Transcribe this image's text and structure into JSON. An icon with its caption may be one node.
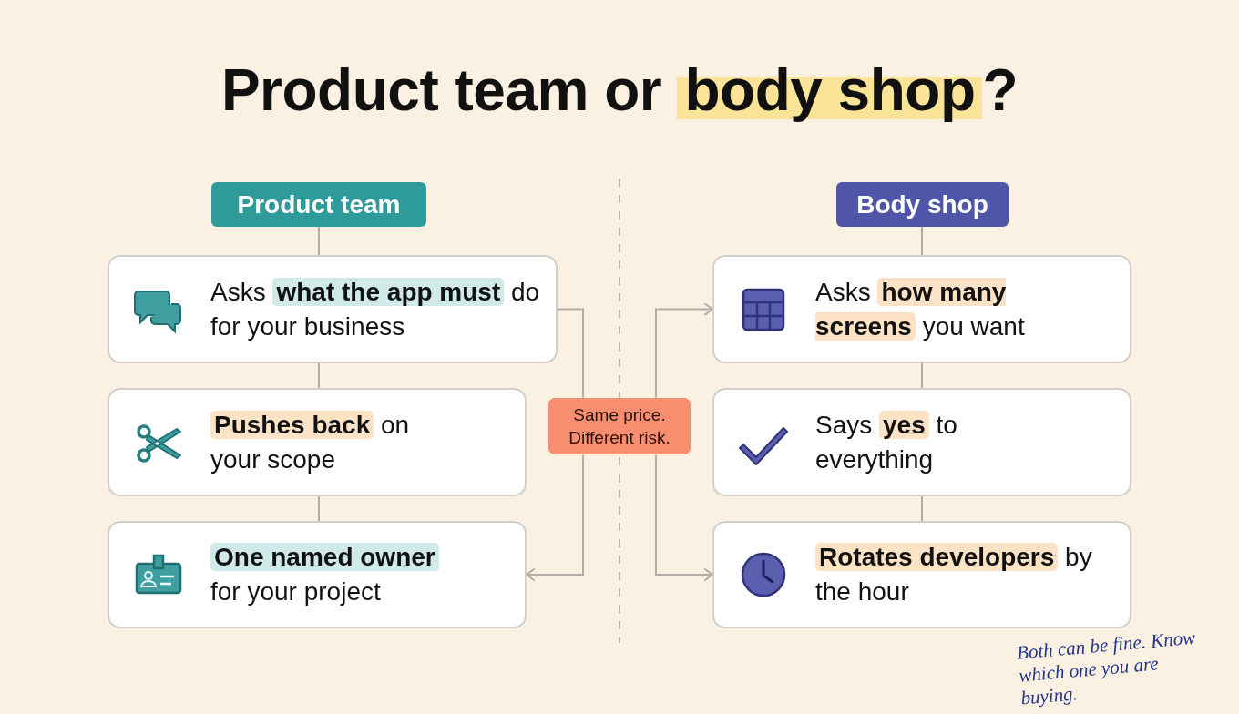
{
  "diagram": {
    "title": "Product team or **body shop**?",
    "nodes": [
      {
        "text": [
          "Product team"
        ]
      },
      {
        "text": [
          "Asks **what the app must** do for your business"
        ]
      },
      {
        "text": [
          "**Pushes back** on your scope"
        ]
      },
      {
        "text": [
          "**One named owner** for your project"
        ]
      },
      {
        "text": [
          "Body shop"
        ]
      },
      {
        "text": [
          "Asks **how many screens** you want"
        ]
      },
      {
        "text": [
          "Says **yes** to everything"
        ]
      },
      {
        "text": [
          "**Rotates developers** by the hour"
        ]
      },
      {
        "text": [
          "Same price. Different risk."
        ]
      }
    ],
    "edges": [
      {
        "from": 0,
        "to": 1,
        "arrow": "none"
      },
      {
        "from": 1,
        "to": 2,
        "arrow": "none"
      },
      {
        "from": 2,
        "to": 3,
        "arrow": "none"
      },
      {
        "from": 4,
        "to": 5,
        "arrow": "none"
      },
      {
        "from": 5,
        "to": 6,
        "arrow": "none"
      },
      {
        "from": 6,
        "to": 7,
        "arrow": "none"
      },
      {
        "from": 1,
        "to": 8,
        "arrow": "none"
      },
      {
        "from": 8,
        "to": 3,
        "arrow": "to"
      },
      {
        "from": 8,
        "to": 5,
        "arrow": "to"
      },
      {
        "from": 8,
        "to": 7,
        "arrow": "to"
      }
    ],
    "labels": [
      "Both can be fine. Know which one you are buying."
    ]
  }
}
